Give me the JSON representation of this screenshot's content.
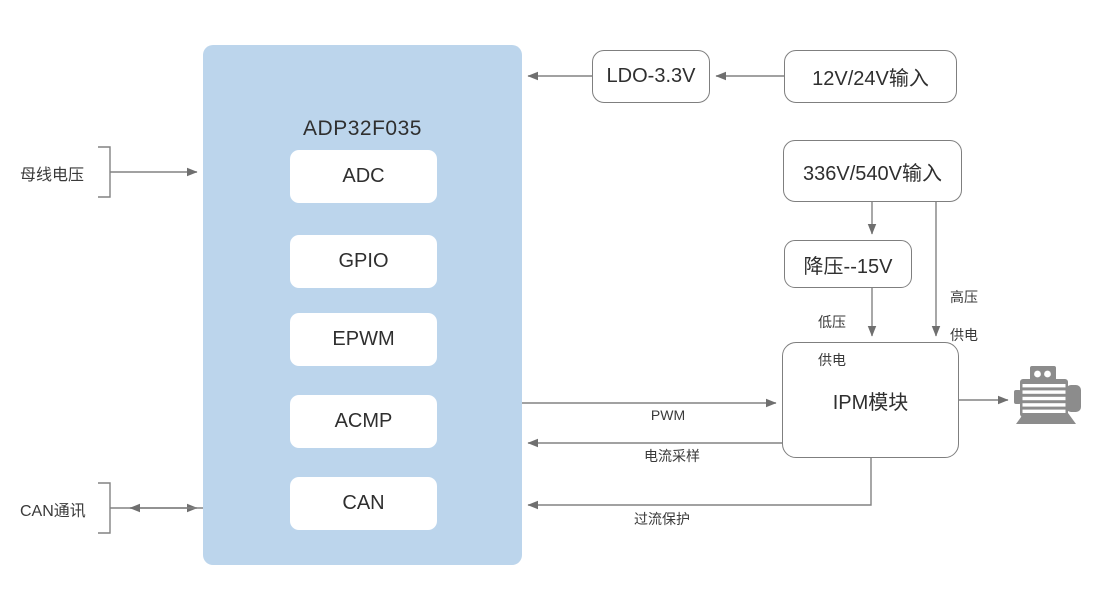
{
  "diagram": {
    "mcu": {
      "title": "ADP32F035",
      "peripherals": [
        "ADC",
        "GPIO",
        "EPWM",
        "ACMP",
        "CAN"
      ]
    },
    "boxes": {
      "ldo": "LDO-3.3V",
      "low_voltage_input": "12V/24V输入",
      "high_voltage_input": "336V/540V输入",
      "buck": "降压--15V",
      "ipm": "IPM模块"
    },
    "labels": {
      "bus_voltage": "母线电压",
      "can_comm": "CAN通讯",
      "pwm": "PWM",
      "current_sampling": "电流采样",
      "overcurrent_protection": "过流保护",
      "low_supply": [
        "低压",
        "供电"
      ],
      "high_supply": [
        "高压",
        "供电"
      ]
    },
    "icons": {
      "motor": "motor-icon"
    },
    "colors": {
      "mcu_fill": "#bcd5ec",
      "box_border": "#7f7f7f",
      "wire": "#808080",
      "text": "#3a3a3a",
      "motor_gray": "#8c8c8c"
    }
  }
}
